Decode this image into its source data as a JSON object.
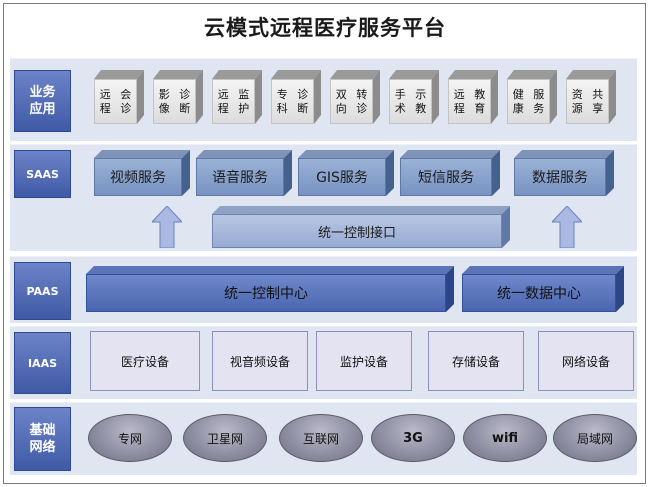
{
  "title": "云模式远程医疗服务平台",
  "layers": {
    "apps_label_1": "业务",
    "apps_label_2": "应用",
    "saas_label": "SAAS",
    "paas_label": "PAAS",
    "iaas_label": "IAAS",
    "net_label_1": "基础",
    "net_label_2": "网络"
  },
  "apps": [
    {
      "line1": "远程",
      "line2": "会诊"
    },
    {
      "line1": "影像",
      "line2": "诊断"
    },
    {
      "line1": "远程",
      "line2": "监护"
    },
    {
      "line1": "专科",
      "line2": "诊断"
    },
    {
      "line1": "双向",
      "line2": "转诊"
    },
    {
      "line1": "手术",
      "line2": "示教"
    },
    {
      "line1": "远程",
      "line2": "教育"
    },
    {
      "line1": "健康",
      "line2": "服务"
    },
    {
      "line1": "资源",
      "line2": "共享"
    }
  ],
  "saas": [
    "视频服务",
    "语音服务",
    "GIS服务",
    "短信服务",
    "数据服务"
  ],
  "interface": "统一控制接口",
  "paas": [
    "统一控制中心",
    "统一数据中心"
  ],
  "iaas": [
    "医疗设备",
    "视音频设备",
    "监护设备",
    "存储设备",
    "网络设备"
  ],
  "network": [
    "专网",
    "卫星网",
    "互联网",
    "3G",
    "wifi",
    "局域网"
  ]
}
